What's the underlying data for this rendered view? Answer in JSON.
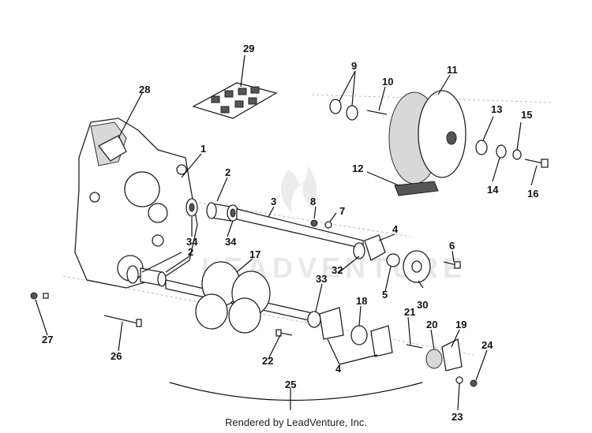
{
  "watermark": {
    "text": "LEADVENTURE"
  },
  "footer": {
    "text": "Rendered by LeadVenture, Inc."
  },
  "callouts": {
    "c1": "1",
    "c2a": "2",
    "c2b": "2",
    "c3": "3",
    "c4a": "4",
    "c4b": "4",
    "c5": "5",
    "c6": "6",
    "c7": "7",
    "c8": "8",
    "c9": "9",
    "c10": "10",
    "c11": "11",
    "c12": "12",
    "c13": "13",
    "c14": "14",
    "c15": "15",
    "c16": "16",
    "c17": "17",
    "c18": "18",
    "c19": "19",
    "c20": "20",
    "c21": "21",
    "c22": "22",
    "c23": "23",
    "c24": "24",
    "c25": "25",
    "c26": "26",
    "c27": "27",
    "c28": "28",
    "c29": "29",
    "c30": "30",
    "c32": "32",
    "c33": "33",
    "c34a": "34",
    "c34b": "34"
  }
}
